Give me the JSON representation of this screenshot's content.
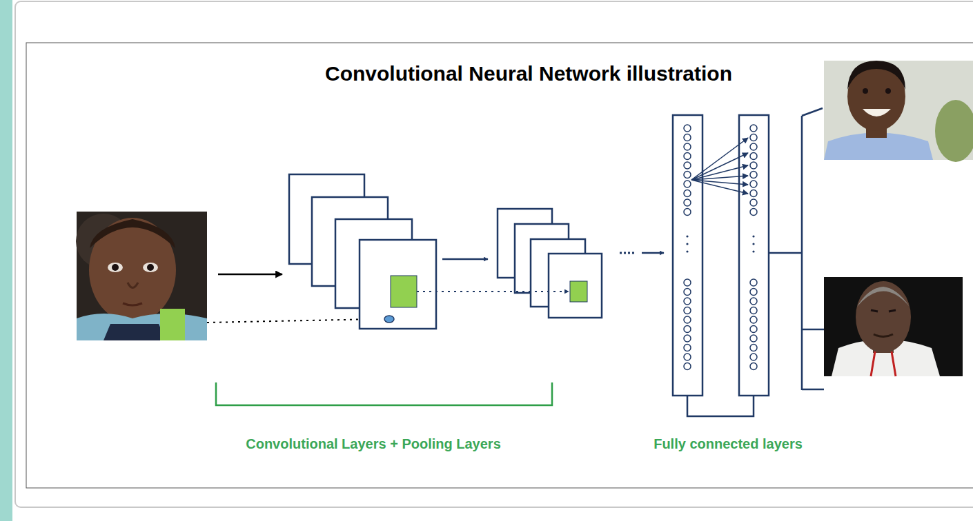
{
  "diagram": {
    "title": "Convolutional Neural Network illustration",
    "labels": [
      "Convolutional Layers + Pooling Layers",
      "Fully connected layers"
    ]
  }
}
